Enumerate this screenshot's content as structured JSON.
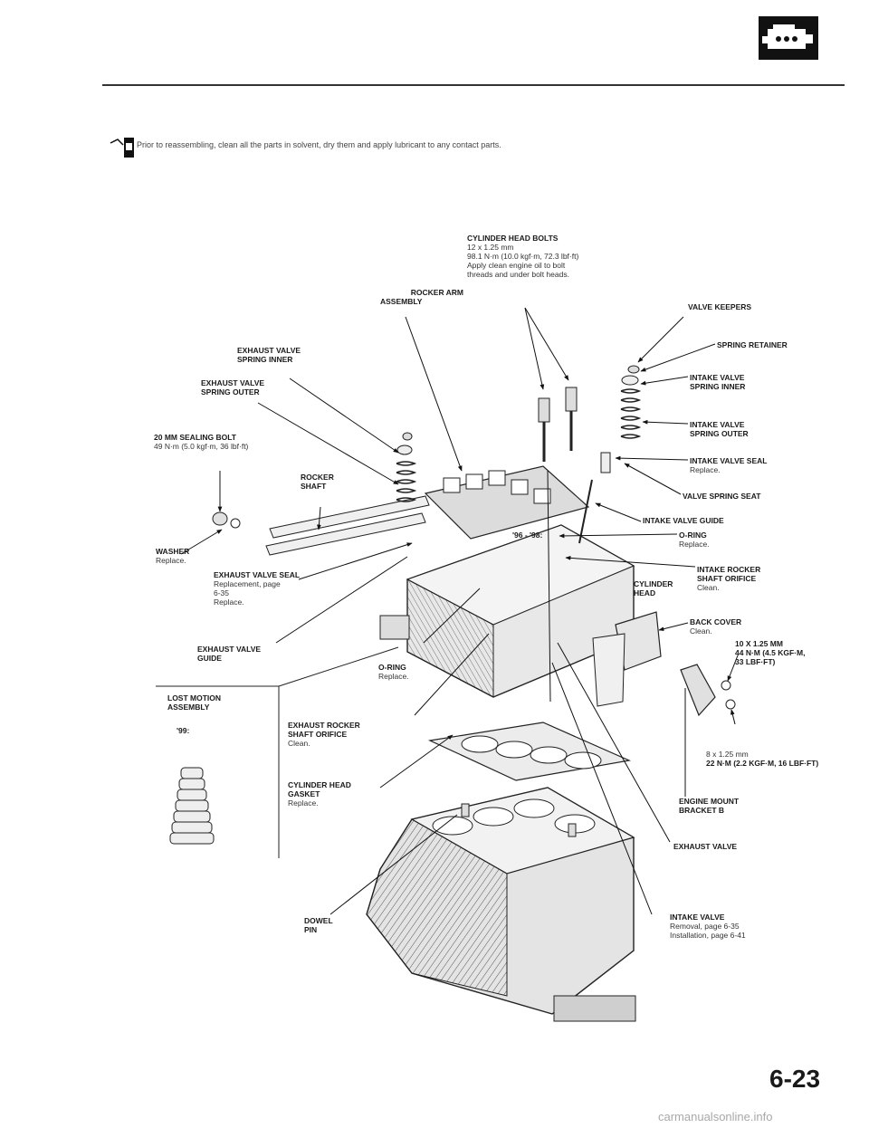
{
  "header": {
    "section_icon": "engine-icon",
    "note_icon": "lubricate-icon",
    "note": "Prior to reassembling, clean all the parts in solvent, dry them and apply lubricant to any contact parts."
  },
  "labels": {
    "cylinder_head_bolts": {
      "title": "CYLINDER HEAD BOLTS",
      "lines": [
        "12 x 1.25 mm",
        "98.1 N·m (10.0 kgf·m, 72.3 lbf·ft)",
        "Apply clean engine oil to bolt",
        "threads and under bolt heads."
      ]
    },
    "rocker_arm_assembly": {
      "title": "ROCKER ARM",
      "title2": "ASSEMBLY"
    },
    "valve_keepers": {
      "title": "VALVE KEEPERS"
    },
    "spring_retainer": {
      "title": "SPRING RETAINER"
    },
    "intake_valve_spring_inner": {
      "title": "INTAKE VALVE",
      "title2": "SPRING INNER"
    },
    "intake_valve_spring_outer": {
      "title": "INTAKE VALVE",
      "title2": "SPRING OUTER"
    },
    "intake_valve_seal": {
      "title": "INTAKE VALVE SEAL",
      "lines": [
        "Replace."
      ]
    },
    "valve_spring_seat": {
      "title": "VALVE SPRING SEAT"
    },
    "intake_valve_guide": {
      "title": "INTAKE VALVE GUIDE"
    },
    "o_ring_right": {
      "title": "O-RING",
      "lines": [
        "Replace."
      ]
    },
    "intake_rocker_shaft_orifice": {
      "title": "INTAKE ROCKER",
      "title2": "SHAFT ORIFICE",
      "lines": [
        "Clean."
      ]
    },
    "cylinder_head": {
      "title": "CYLINDER",
      "title2": "HEAD"
    },
    "back_cover": {
      "title": "BACK COVER",
      "lines": [
        "Clean."
      ]
    },
    "bolt_10mm": {
      "lines": [
        "10 x 1.25 mm",
        "44 N·m (4.5 kgf·m,",
        "33 lbf·ft)"
      ]
    },
    "bolt_8mm": {
      "lines": [
        "8 x 1.25 mm",
        "22 N·m (2.2 kgf·m, 16 lbf·ft)"
      ]
    },
    "engine_mount_bracket": {
      "title": "ENGINE MOUNT",
      "title2": "BRACKET B"
    },
    "exhaust_valve": {
      "title": "EXHAUST VALVE"
    },
    "intake_valve": {
      "title": "INTAKE VALVE",
      "lines": [
        "Removal, page 6-35",
        "Installation, page 6-41"
      ]
    },
    "exhaust_valve_spring_inner": {
      "title": "EXHAUST VALVE",
      "title2": "SPRING INNER"
    },
    "exhaust_valve_spring_outer": {
      "title": "EXHAUST VALVE",
      "title2": "SPRING OUTER"
    },
    "sealing_bolt": {
      "title": "20 mm SEALING BOLT",
      "lines": [
        "49 N·m (5.0 kgf·m, 36 lbf·ft)"
      ]
    },
    "rocker_shaft": {
      "title": "ROCKER",
      "title2": "SHAFT"
    },
    "washer": {
      "title": "WASHER",
      "lines": [
        "Replace."
      ]
    },
    "exhaust_valve_seal": {
      "title": "EXHAUST VALVE SEAL",
      "lines": [
        "Replacement, page",
        "6-35",
        "Replace."
      ]
    },
    "exhaust_valve_guide": {
      "title": "EXHAUST VALVE",
      "title2": "GUIDE"
    },
    "o_ring_center": {
      "title": "O-RING",
      "lines": [
        "Replace."
      ]
    },
    "year_range": {
      "title": "'96 - '98:"
    },
    "lost_motion_assembly": {
      "title": "LOST MOTION",
      "title2": "ASSEMBLY",
      "lines": [
        "'99:"
      ]
    },
    "exhaust_rocker_shaft_orifice": {
      "title": "EXHAUST ROCKER",
      "title2": "SHAFT ORIFICE",
      "lines": [
        "Clean."
      ]
    },
    "cylinder_head_gasket": {
      "title": "CYLINDER HEAD",
      "title2": "GASKET",
      "lines": [
        "Replace."
      ]
    },
    "dowel_pin": {
      "title": "DOWEL",
      "title2": "PIN"
    }
  },
  "page_number": "6-23",
  "watermark": "carmanualsonline.info"
}
